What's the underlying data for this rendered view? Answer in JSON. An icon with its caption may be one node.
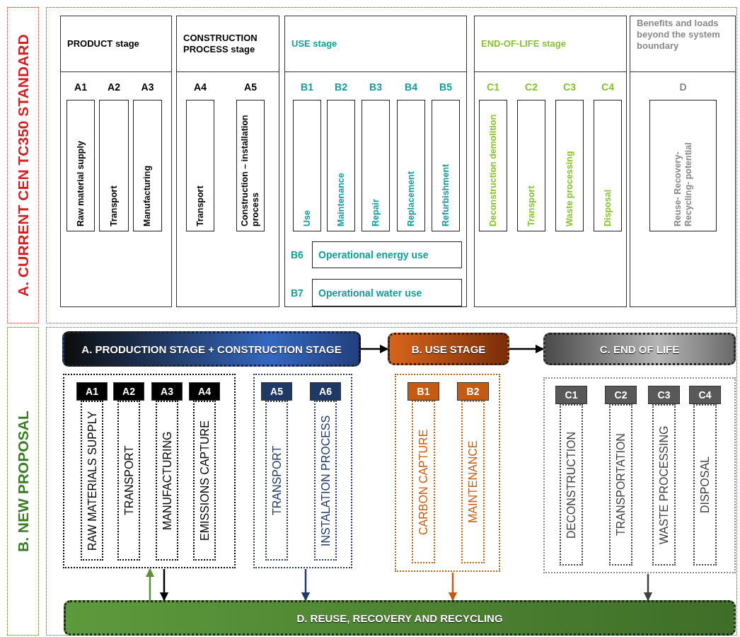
{
  "diagram": {
    "nodes": [
      {
        "text": [
          "A. CURRENT CEN TC350 STANDARD"
        ]
      },
      {
        "text": [
          "PRODUCT stage"
        ],
        "in": 0
      },
      {
        "text": [
          "A1",
          "Raw material supply"
        ],
        "in": 1
      },
      {
        "text": [
          "A2",
          "Transport"
        ],
        "in": 1
      },
      {
        "text": [
          "A3",
          "Manufacturing"
        ],
        "in": 1
      },
      {
        "text": [
          "CONSTRUCTION PROCESS stage"
        ],
        "in": 0
      },
      {
        "text": [
          "A4",
          "Transport"
        ],
        "in": 5
      },
      {
        "text": [
          "A5",
          "Construction – installation process"
        ],
        "in": 5
      },
      {
        "text": [
          "USE stage"
        ],
        "in": 0
      },
      {
        "text": [
          "B1",
          "Use"
        ],
        "in": 8
      },
      {
        "text": [
          "B2",
          "Maintenance"
        ],
        "in": 8
      },
      {
        "text": [
          "B3",
          "Repair"
        ],
        "in": 8
      },
      {
        "text": [
          "B4",
          "Replacement"
        ],
        "in": 8
      },
      {
        "text": [
          "B5",
          "Refurbishment"
        ],
        "in": 8
      },
      {
        "text": [
          "B6",
          "Operational energy use"
        ],
        "in": 8
      },
      {
        "text": [
          "B7",
          "Operational water use"
        ],
        "in": 8
      },
      {
        "text": [
          "END-OF-LIFE stage"
        ],
        "in": 0
      },
      {
        "text": [
          "C1",
          "Deconstruction demolition"
        ],
        "in": 16
      },
      {
        "text": [
          "C2",
          "Transport"
        ],
        "in": 16
      },
      {
        "text": [
          "C3",
          "Waste processing"
        ],
        "in": 16
      },
      {
        "text": [
          "C4",
          "Disposal"
        ],
        "in": 16
      },
      {
        "text": [
          "Benefits and loads beyond the system boundary"
        ],
        "in": 0
      },
      {
        "text": [
          "D",
          "Reuse- Recovery- Recycling- potential"
        ],
        "in": 21
      },
      {
        "text": [
          "B. NEW PROPOSAL"
        ]
      },
      {
        "text": [
          "A. PRODUCTION STAGE + CONSTRUCTION STAGE"
        ],
        "in": 23
      },
      {
        "text": [
          "B. USE STAGE"
        ],
        "in": 23
      },
      {
        "text": [
          "C. END OF LIFE"
        ],
        "in": 23
      },
      {
        "text": [],
        "shape": "box",
        "in": 23
      },
      {
        "text": [
          "A1",
          "RAW MATERIALS SUPPLY"
        ],
        "in": 27
      },
      {
        "text": [
          "A2",
          "TRANSPORT"
        ],
        "in": 27
      },
      {
        "text": [
          "A3",
          "MANUFACTURING"
        ],
        "in": 27
      },
      {
        "text": [
          "A4",
          "EMISSIONS CAPTURE"
        ],
        "in": 27
      },
      {
        "text": [],
        "shape": "box",
        "in": 23
      },
      {
        "text": [
          "A5",
          "TRANSPORT"
        ],
        "in": 32
      },
      {
        "text": [
          "A6",
          "INSTALATION PROCESS"
        ],
        "in": 32
      },
      {
        "text": [],
        "shape": "box",
        "in": 23
      },
      {
        "text": [
          "B1",
          "CARBON CAPTURE"
        ],
        "in": 35
      },
      {
        "text": [
          "B2",
          "MAINTENANCE"
        ],
        "in": 35
      },
      {
        "text": [],
        "shape": "box",
        "in": 23
      },
      {
        "text": [
          "C1",
          "DECONSTRUCTION"
        ],
        "in": 38
      },
      {
        "text": [
          "C2",
          "TRANSPORTATION"
        ],
        "in": 38
      },
      {
        "text": [
          "C3",
          "WASTE PROCESSING"
        ],
        "in": 38
      },
      {
        "text": [
          "C4",
          "DISPOSAL"
        ],
        "in": 38
      },
      {
        "text": [
          "D. REUSE, RECOVERY AND RECYCLING"
        ],
        "in": 23
      }
    ],
    "edges": [
      {
        "from": 24,
        "to": 25,
        "arrow": "to"
      },
      {
        "from": 25,
        "to": 26,
        "arrow": "to"
      },
      {
        "from": 43,
        "to": 27,
        "arrow": "to",
        "color": "#5b8f3a"
      },
      {
        "from": 27,
        "to": 43,
        "arrow": "to"
      },
      {
        "from": 32,
        "to": 43,
        "arrow": "to",
        "color": "#1f3864"
      },
      {
        "from": 35,
        "to": 43,
        "arrow": "to",
        "color": "#c55a11"
      },
      {
        "from": 38,
        "to": 43,
        "arrow": "to",
        "color": "#404040"
      }
    ]
  }
}
